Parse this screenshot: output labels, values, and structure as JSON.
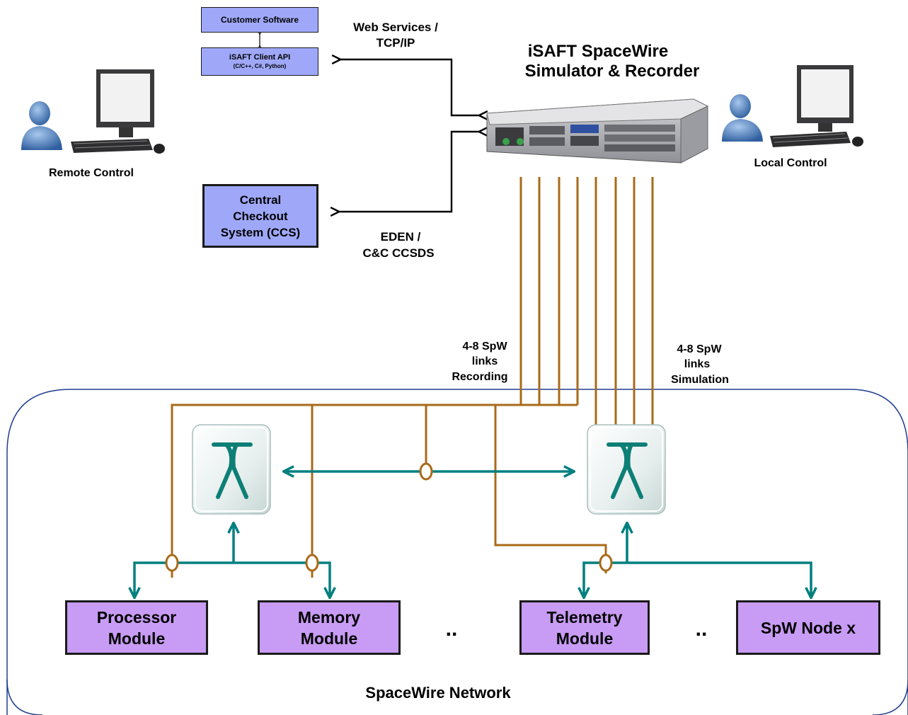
{
  "customer_software": "Customer Software",
  "client_api": {
    "title": "iSAFT Client API",
    "subtitle": "(C/C++, C#, Python)"
  },
  "ccs": {
    "line1": "Central",
    "line2": "Checkout",
    "line3": "System (CCS)"
  },
  "web_services": {
    "line1": "Web Services /",
    "line2": "TCP/IP"
  },
  "eden": {
    "line1": "EDEN  /",
    "line2": "C&C CCSDS"
  },
  "device_title": {
    "line1": "iSAFT SpaceWire",
    "line2": "Simulator & Recorder"
  },
  "remote_control": "Remote  Control",
  "local_control": "Local Control",
  "recording_links": {
    "line1": "4-8 SpW",
    "line2": "links",
    "line3": "Recording"
  },
  "simulation_links": {
    "line1": "4-8 SpW",
    "line2": "links",
    "line3": "Simulation"
  },
  "network_label": "SpaceWire Network",
  "modules": {
    "processor": {
      "line1": "Processor",
      "line2": "Module"
    },
    "memory": {
      "line1": "Memory",
      "line2": "Module"
    },
    "telemetry": {
      "line1": "Telemetry",
      "line2": "Module"
    },
    "node_x": "SpW Node x"
  },
  "ellipsis": "..",
  "colors": {
    "spw_link": "#007f7f",
    "recording_link": "#a86a1a",
    "module_fill": "#c89cf4",
    "software_fill": "#9fa8f8",
    "network_border": "#1f3f8f"
  }
}
